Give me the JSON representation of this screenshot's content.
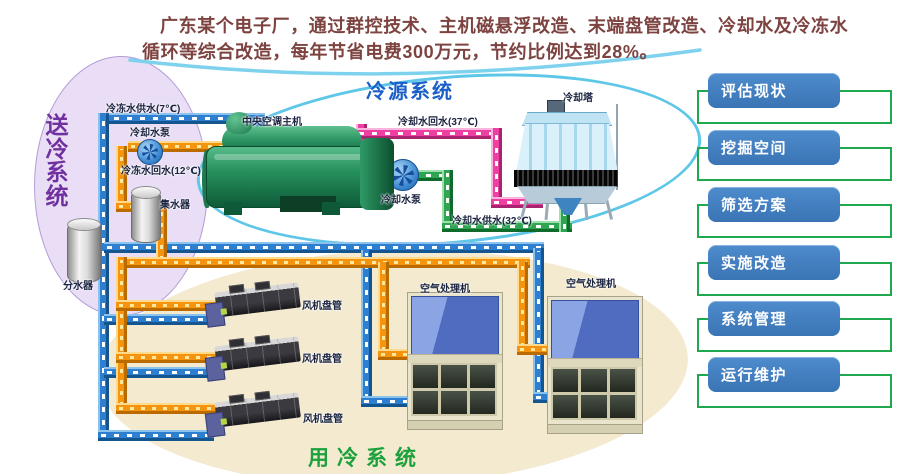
{
  "header": {
    "line1": "广东某个电子厂，通过群控技术、主机磁悬浮改造、末端盘管改造、冷却水及冷冻水",
    "line2": "循环等综合改造，每年节省电费300万元，节约比例达到28%。"
  },
  "systems": {
    "supply": {
      "title": "送冷系统",
      "title_chars": [
        "送",
        "冷",
        "系",
        "统"
      ],
      "labels": {
        "chilled_supply": "冷冻水供水(7℃)",
        "pump": "冷却水泵",
        "chilled_return": "冷冻水回水(12℃)",
        "collector": "集水器",
        "distributor": "分水器"
      }
    },
    "source": {
      "title": "冷源系统",
      "labels": {
        "chiller": "中央空调主机",
        "cooling_return": "冷却水回水(37℃)",
        "cooling_tower": "冷却塔",
        "pump": "冷却水泵",
        "cooling_supply": "冷却水供水(32℃)"
      }
    },
    "load": {
      "title": "用冷系统",
      "fan_coil_label": "风机盘管",
      "ahu_label": "空气处理机"
    }
  },
  "process_steps": [
    "评估现状",
    "挖掘空间",
    "筛选方案",
    "实施改造",
    "系统管理",
    "运行维护"
  ],
  "colors": {
    "button_blue": "#3f7dc0",
    "bracket_green": "#1fa84e",
    "pipe_chilled_supply_blue": "#2e7fd0",
    "pipe_chilled_return_orange": "#f5940f",
    "pipe_cooling_return_pink": "#ee3fa2",
    "pipe_cooling_supply_green": "#2fa552",
    "region_supply_fill": "#e9def5",
    "region_source_border": "#5ec7e8",
    "region_load_fill": "#f3ead0",
    "title_supply": "#7030a0",
    "title_source": "#1a5fc8",
    "title_load": "#1ca13c",
    "header_text": "#7c4340"
  }
}
